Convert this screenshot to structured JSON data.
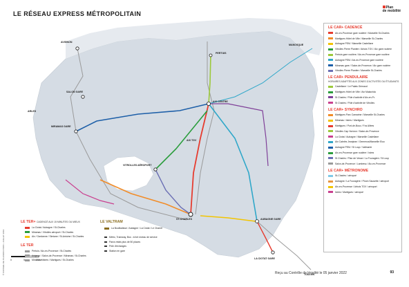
{
  "header": {
    "title": "LE RÉSEAU EXPRESS MÉTROPOLITAIN",
    "logo_line1": "Plan",
    "logo_line2": "de mobilité"
  },
  "colors": {
    "land": "#d5dce4",
    "water": "#ffffff",
    "accent": "#e63b2e"
  },
  "stations": {
    "avignon": "AVIGNON",
    "salon": "SALON GARE",
    "arles": "ARLES",
    "miramas": "MIRAMAS GARE",
    "aix_centre": "AIX CENTRE",
    "aix_tgv": "AIX TGV",
    "marseille": "ST-CHARLES",
    "aubagne": "AUBAGNE GARE",
    "la_ciotat": "LA CIOTAT GARE",
    "vitrolles": "VITROLLES AÉROPORT",
    "manosque": "MANOSQUE",
    "toulon": "TOULON",
    "pertuis": "PERTUIS"
  },
  "legend": {
    "cadence": {
      "title": "LE CAR+ CADENCÉ",
      "items": [
        {
          "label": "Aix-en-Provence gare routière / Marseille St-Charles",
          "color": "#e63b2e"
        },
        {
          "label": "Martigues Hôtel de Ville / Marseille St-Charles",
          "color": "#f28c28"
        },
        {
          "label": "Aubagne PEM / Marseille Castellane",
          "color": "#f2c400"
        },
        {
          "label": "Vitrolles Pierre Plantée / Arbois TGV / Aix gare routière",
          "color": "#2a9d3c"
        },
        {
          "label": "Pertuis gare routière / Aix-en-Provence gare routière",
          "color": "#9cc93a"
        },
        {
          "label": "Aubagne PEM / Aix-en-Provence gare routière",
          "color": "#2fa7c9"
        },
        {
          "label": "Miramas gare / Salon-de-Provence / Aix gare routière",
          "color": "#1d5fa8"
        },
        {
          "label": "Vitrolles Pierre Plantée / Marseille St-Charles",
          "color": "#6b6fb4"
        }
      ]
    },
    "pendulaire": {
      "title": "LE CAR+ PENDULAIRE",
      "subtitle": "HORAIRES ADAPTÉS AUX ZONES D'ACTIVITÉS OU ÉTUDIANTS",
      "items": [
        {
          "label": "Castellane / Le Palais Grimaud",
          "color": "#9cc93a"
        },
        {
          "label": "Martigues Hôtel de Ville / Aix Malacrida",
          "color": "#2a9d3c"
        },
        {
          "label": "St Charles / Pôle d'activité d'Aix-en-Pr.",
          "color": "#7f3f98"
        },
        {
          "label": "St Charles / Pôle d'activité de Vitrolles",
          "color": "#c9408f"
        }
      ]
    },
    "synchro": {
      "title": "LE CAR+ SYNCHRO",
      "items": [
        {
          "label": "Martigues Parc Camarine / Marseille St-Charles",
          "color": "#f28c28"
        },
        {
          "label": "Miramas / Istres / Martigues",
          "color": "#f2c400"
        },
        {
          "label": "Martigues / Port-de-Bouc / Fos Allées",
          "color": "#e63b2e"
        },
        {
          "label": "Vitrolles Cap Horizon / Salon-de-Provence",
          "color": "#9cc93a"
        },
        {
          "label": "La Ciotat / Aubagne / Marseille Castellane",
          "color": "#c9408f"
        },
        {
          "label": "Aix Cabriès Jeanjean / Gemenos/Marseille Eluo",
          "color": "#2fa7c9"
        },
        {
          "label": "Aubagne PEM / St Loup / Vallmarte",
          "color": "#1d5fa8"
        },
        {
          "label": "Aix-en-Provence gare routière / Istres",
          "color": "#2a9d3c"
        },
        {
          "label": "St Charles / Plan de Vesse / La Fouragère / St Loup",
          "color": "#6b6fb4"
        },
        {
          "label": "Salon-de-Provence / Lambesc / Aix-en-Provence",
          "color": "#9a9a9a"
        }
      ]
    },
    "metronome": {
      "title": "LE CAR+ MÉTRONOME",
      "items": [
        {
          "label": "St-Charles / aéroport",
          "color": "#7fc9e8"
        },
        {
          "label": "Aubagne / La Fouragère / Pôom Sausette / aéroport",
          "color": "#e8963f"
        },
        {
          "label": "Aix-en-Provence / Arbois TGV / aéroport",
          "color": "#f2c400"
        },
        {
          "label": "Istres / Martigues / aéroport",
          "color": "#c9408f"
        }
      ]
    },
    "ter_plus": {
      "title": "LE TER+",
      "subtitle": "CADENCÉ AUX 15 MINUTES OU MIEUX",
      "items": [
        {
          "label": "La Ciotat / Aubagne / St-Charles",
          "color": "#e63b2e"
        },
        {
          "label": "Miramas / Vitrolles aéroport / St-Charles",
          "color": "#2a9d3c"
        },
        {
          "label": "Aix / Gardanne / Simiane / St-Antoine / St-Charles",
          "color": "#f2c400"
        }
      ]
    },
    "ter": {
      "title": "LE TER",
      "items": [
        {
          "label": "Pertuis / Aix-en-Provence / St-Charles",
          "color": "#9a9a9a"
        },
        {
          "label": "Avignon / Salon-de-Provence / Miramas / St-Charles",
          "color": "#9a9a9a"
        },
        {
          "label": "Miramas / Istres / Martigues / St-Charles",
          "color": "#9a9a9a"
        }
      ]
    },
    "valtram": {
      "title": "LE VALTRAM",
      "items": [
        {
          "label": "La Bouilladisse / Aubagne / La Ciotat / Le Charrel",
          "color": "#8a6d1f"
        }
      ]
    },
    "symbols": [
      {
        "label": "Métro, Tramway, Bus : à fort niveau de service",
        "icon": "transit-line"
      },
      {
        "label": "Parcs relais plus de 50 places",
        "icon": "park-ride-icon"
      },
      {
        "label": "Pôle d'échanges",
        "icon": "hub-icon"
      },
      {
        "label": "Station en gare",
        "icon": "station-icon"
      }
    ]
  },
  "footer": {
    "validation": "Reçu au Contrôle de légalité le 05 janvier 2022",
    "page": "93",
    "scale_zero": "0",
    "scale_mid": "5",
    "scale_end": "10 km",
    "credit": "© CONSEIL DE PLANIFICATION • JUILLET 2019"
  }
}
